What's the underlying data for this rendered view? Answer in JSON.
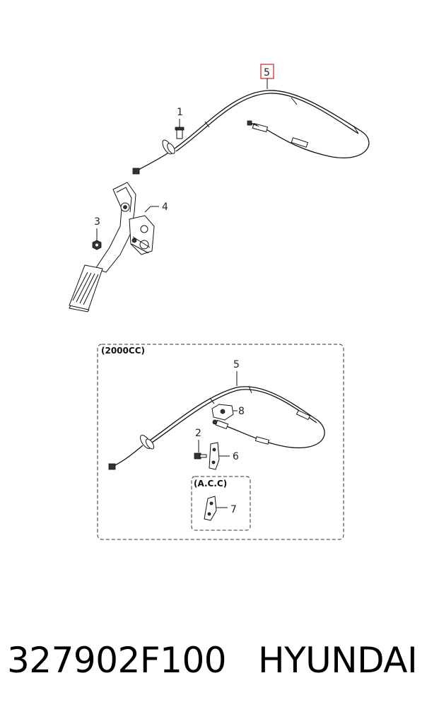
{
  "diagram": {
    "callouts": {
      "main_cable": "5",
      "bolt": "1",
      "nut": "3",
      "pedal_assembly": "4",
      "sub_cable": "5",
      "sub_bracket": "8",
      "sub_bolt": "2",
      "sub_plate": "6",
      "acc_plate": "7"
    },
    "variant_label": "(2000CC)",
    "acc_label": "(A.C.C)",
    "highlight_color": "#cc2222"
  },
  "footer": {
    "part_number": "327902F100",
    "brand": "HYUNDAI"
  }
}
